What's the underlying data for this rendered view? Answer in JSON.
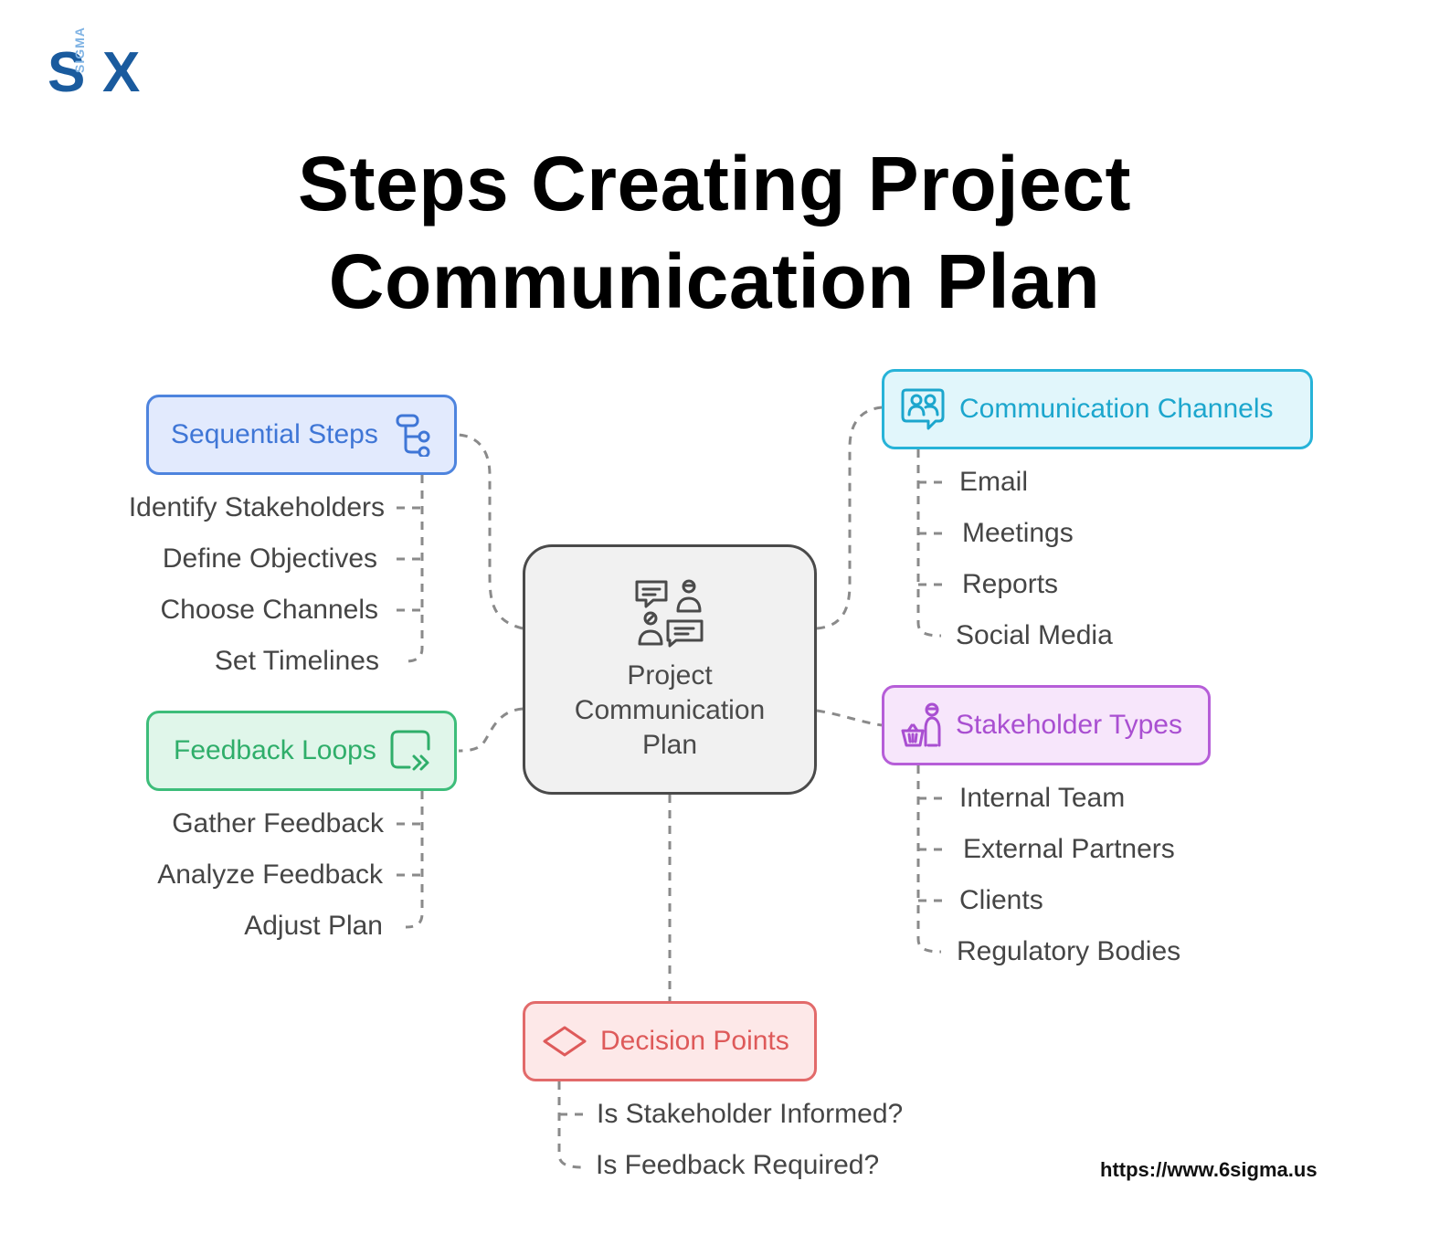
{
  "logo": {
    "letters_left": "S",
    "letters_right": "X",
    "stacked": "SIGMA",
    "color_dark": "#1a5b9e",
    "color_light": "#7fb3e4"
  },
  "title": {
    "line1": "Steps Creating Project",
    "line2": "Communication Plan"
  },
  "center": {
    "icon": "discussion-people-icon",
    "line1": "Project",
    "line2": "Communication",
    "line3": "Plan"
  },
  "sequential_steps": {
    "label": "Sequential Steps",
    "icon": "workflow-icon",
    "color": "#3f76d6",
    "items": [
      "Identify Stakeholders",
      "Define Objectives",
      "Choose Channels",
      "Set Timelines"
    ]
  },
  "feedback_loops": {
    "label": "Feedback Loops",
    "icon": "forward-arrow-box-icon",
    "color": "#2fae6a",
    "items": [
      "Gather Feedback",
      "Analyze Feedback",
      "Adjust Plan"
    ]
  },
  "communication_channels": {
    "label": "Communication Channels",
    "icon": "group-chat-icon",
    "color": "#1ca6cd",
    "items": [
      "Email",
      "Meetings",
      "Reports",
      "Social Media"
    ]
  },
  "stakeholder_types": {
    "label": "Stakeholder Types",
    "icon": "person-basket-icon",
    "color": "#a94fd1",
    "items": [
      "Internal Team",
      "External Partners",
      "Clients",
      "Regulatory Bodies"
    ]
  },
  "decision_points": {
    "label": "Decision Points",
    "icon": "diamond-icon",
    "color": "#de5a5a",
    "items": [
      "Is Stakeholder Informed?",
      "Is Feedback Required?"
    ]
  },
  "footer": {
    "url": "https://www.6sigma.us"
  }
}
